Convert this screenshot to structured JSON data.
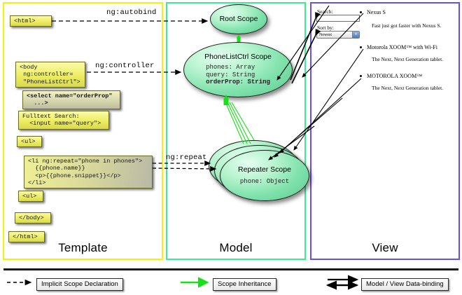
{
  "panels": {
    "template": {
      "label": "Template",
      "border_color": "#f2f20a"
    },
    "model": {
      "label": "Model",
      "border_color": "#3ee89a"
    },
    "view": {
      "label": "View",
      "border_color": "#6a4fe0"
    }
  },
  "template_code": [
    {
      "id": "html-open",
      "text": "<html>"
    },
    {
      "id": "body-open",
      "text": "<body\n ng:controller=\n \"PhoneListCtrl\">"
    },
    {
      "id": "select",
      "text": "<select name=\"orderProp\"\n  ...>"
    },
    {
      "id": "search",
      "text": "Fulltext Search:\n  <input name=\"query\">"
    },
    {
      "id": "ul-open",
      "text": "<ul>"
    },
    {
      "id": "li-repeat",
      "text": "<li ng:repeat=\"phone in phones\">\n  {{phone.name}}\n  <p>{{phone.snippet}}</p>\n</li>"
    },
    {
      "id": "ul-close",
      "text": "<ul>"
    },
    {
      "id": "body-close",
      "text": "</body>"
    },
    {
      "id": "html-close",
      "text": "</html>"
    }
  ],
  "connectors": [
    {
      "id": "autobind",
      "label": "ng:autobind"
    },
    {
      "id": "controller",
      "label": "ng:controller"
    },
    {
      "id": "repeat",
      "label": "ng:repeat"
    }
  ],
  "scopes": [
    {
      "id": "root",
      "title": "Root\nScope",
      "props": []
    },
    {
      "id": "ctrl",
      "title": "PhoneListCtrl\nScope",
      "props": [
        {
          "text": "phones: Array",
          "bold": false
        },
        {
          "text": "query: String",
          "bold": false
        },
        {
          "text": "orderProp: String",
          "bold": true
        }
      ]
    },
    {
      "id": "repeater",
      "title": "Repeater\nScope",
      "props": [
        {
          "text": "phone: Object",
          "bold": false
        }
      ]
    }
  ],
  "view": {
    "search_label": "Search:",
    "search_value": "",
    "sort_label": "Sort by:",
    "sort_selected": "Newest",
    "sort_options": [
      "Newest"
    ],
    "phones": [
      {
        "name": "Nexus S",
        "snippet": "Fast just got faster with Nexus S."
      },
      {
        "name": "Motorola XOOM™  with Wi-Fi",
        "snippet": "The Next, Next Generation tablet."
      },
      {
        "name": "MOTOROLA XOOM™",
        "snippet": "The Next, Next Generation tablet."
      }
    ]
  },
  "legend": [
    {
      "id": "implicit",
      "label": "Implicit Scope Declaration",
      "line": "dashed-black"
    },
    {
      "id": "inheritance",
      "label": "Scope Inheritance",
      "line": "solid-green"
    },
    {
      "id": "databinding",
      "label": "Model / View Data-binding",
      "line": "double-black"
    }
  ],
  "colors": {
    "template_border": "#f2f20a",
    "model_border": "#3ee89a",
    "view_border": "#6a4fe0",
    "inheritance_arrow": "#16e016",
    "code_fill": "#ecec62",
    "scope_fill": "#8fe6b4"
  }
}
